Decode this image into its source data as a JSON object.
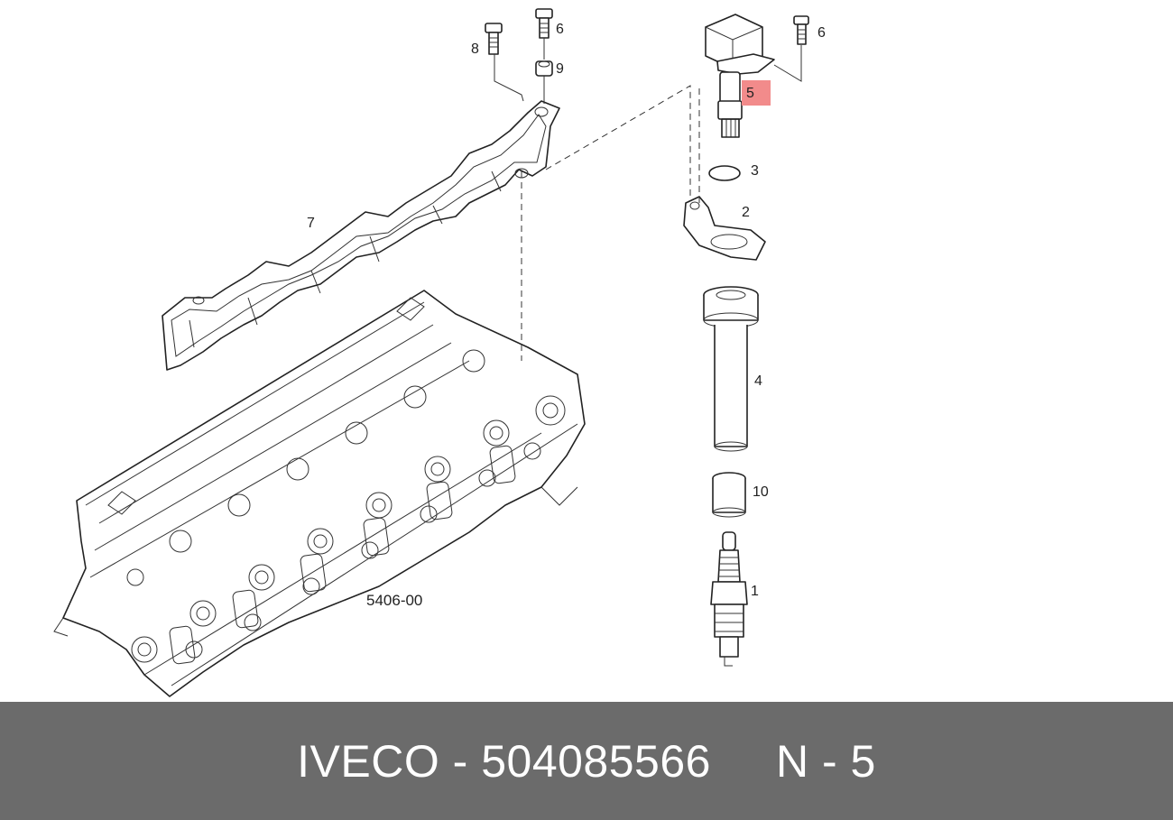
{
  "diagram": {
    "drawing_number": "5406-00",
    "highlight_color": "#f28b8b",
    "parts": [
      {
        "label": "1",
        "name": "spark-plug"
      },
      {
        "label": "2",
        "name": "coil-bracket"
      },
      {
        "label": "3",
        "name": "circlip"
      },
      {
        "label": "4",
        "name": "spark-plug-tube"
      },
      {
        "label": "5",
        "name": "ignition-coil",
        "highlighted": true
      },
      {
        "label": "6",
        "name": "screw"
      },
      {
        "label": "6",
        "name": "screw"
      },
      {
        "label": "7",
        "name": "gasket"
      },
      {
        "label": "8",
        "name": "screw"
      },
      {
        "label": "9",
        "name": "nut"
      },
      {
        "label": "10",
        "name": "sleeve"
      }
    ]
  },
  "footer": {
    "brand": "IVECO",
    "separator": "-",
    "part_number": "504085566",
    "position_prefix": "N",
    "position_value": "5"
  }
}
